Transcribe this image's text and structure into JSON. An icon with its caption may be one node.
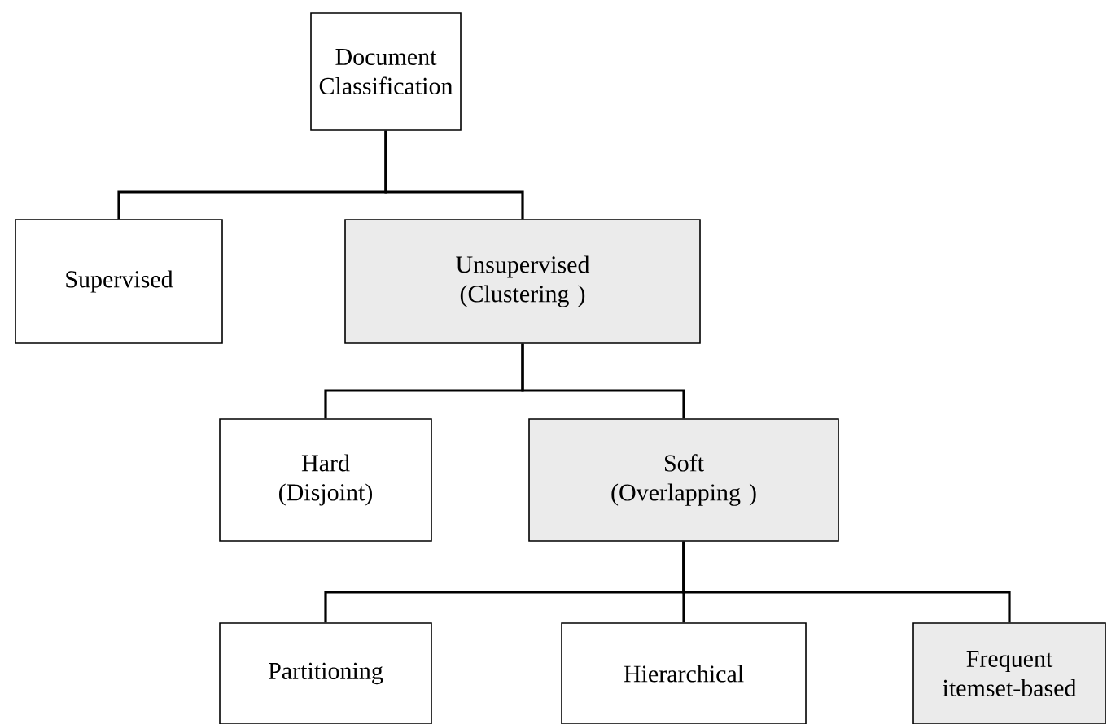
{
  "diagram": {
    "nodes": [
      {
        "text": [
          "Document Classification"
        ]
      },
      {
        "text": [
          "Supervised"
        ]
      },
      {
        "text": [
          "Unsupervised (Clustering )"
        ]
      },
      {
        "text": [
          "Hard (Disjoint)"
        ]
      },
      {
        "text": [
          "Soft (Overlapping )"
        ]
      },
      {
        "text": [
          "Partitioning"
        ]
      },
      {
        "text": [
          "Hierarchical"
        ]
      },
      {
        "text": [
          "Frequent itemset-based"
        ]
      }
    ],
    "edges": [
      {
        "from": 0,
        "to": 1,
        "arrow": "none"
      },
      {
        "from": 0,
        "to": 2,
        "arrow": "none"
      },
      {
        "from": 2,
        "to": 3,
        "arrow": "none"
      },
      {
        "from": 2,
        "to": 4,
        "arrow": "none"
      },
      {
        "from": 4,
        "to": 5,
        "arrow": "none"
      },
      {
        "from": 4,
        "to": 6,
        "arrow": "none"
      },
      {
        "from": 4,
        "to": 7,
        "arrow": "none"
      }
    ]
  }
}
